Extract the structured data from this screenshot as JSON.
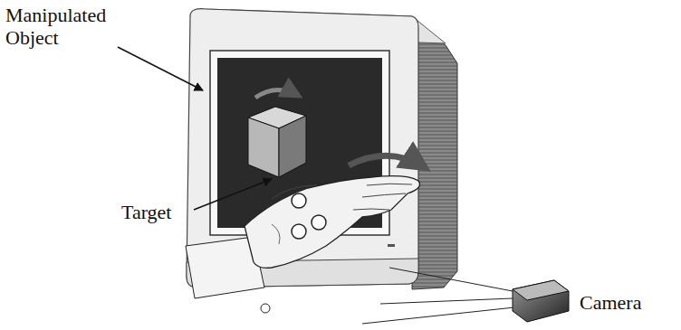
{
  "diagram": {
    "labels": [
      "Manipulated Object",
      "Target",
      "Camera"
    ]
  }
}
